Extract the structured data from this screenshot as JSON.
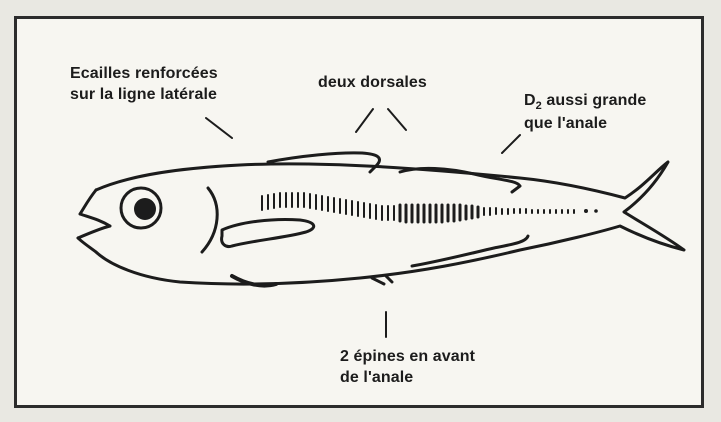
{
  "diagram": {
    "labels": {
      "scales": {
        "line1": "Ecailles renforcées",
        "line2": "sur la ligne latérale"
      },
      "dorsals": {
        "line1": "deux dorsales"
      },
      "d2": {
        "line1_a": "D",
        "line1_sub": "2",
        "line1_b": " aussi grande",
        "line2": "que l'anale"
      },
      "spines": {
        "line1": "2 épines en avant",
        "line2": "de l'anale"
      }
    },
    "colors": {
      "ink": "#1c1c1c",
      "paper": "#f7f6f1",
      "frame": "#2c2c2c"
    }
  }
}
